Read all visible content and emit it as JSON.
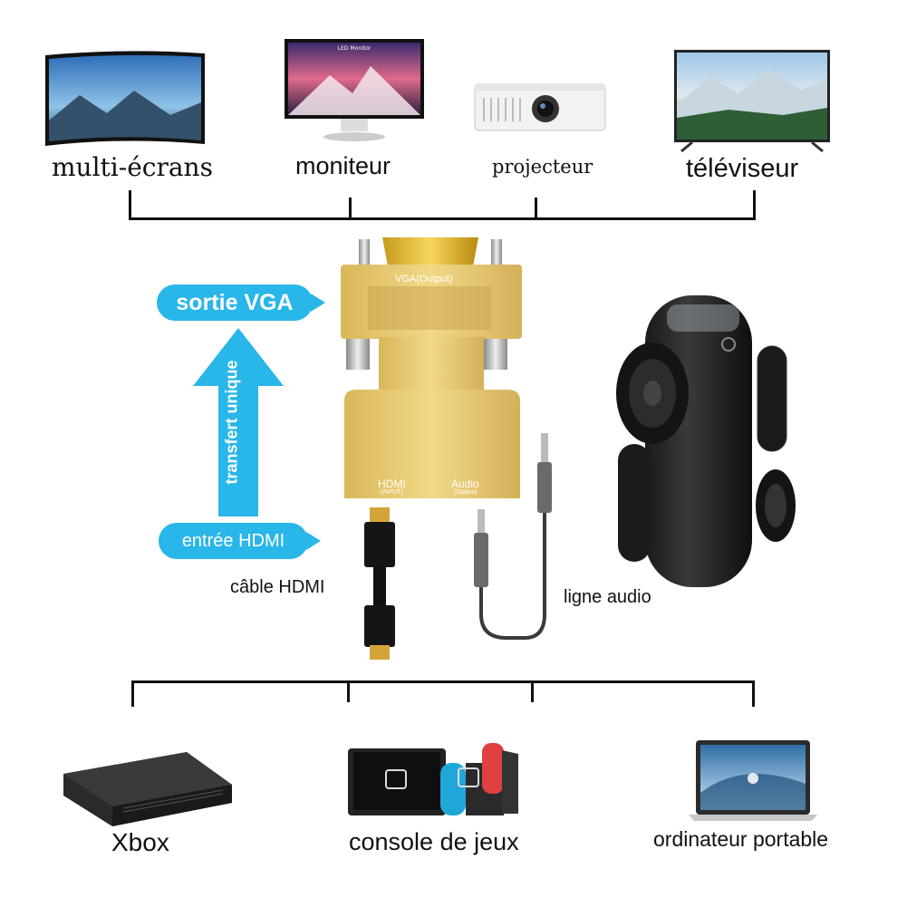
{
  "top_devices": [
    {
      "label": "multi-écrans",
      "icon": "multi-screen-icon"
    },
    {
      "label": "moniteur",
      "icon": "monitor-icon"
    },
    {
      "label": "projecteur",
      "icon": "projector-icon"
    },
    {
      "label": "téléviseur",
      "icon": "tv-icon"
    }
  ],
  "adapter": {
    "top_port": "VGA(Output)",
    "hdmi_port": "HDMI",
    "hdmi_sub": "(INPUT)",
    "audio_port": "Audio",
    "audio_sub": "(Output)",
    "color": "#e8cc74"
  },
  "flow": {
    "output_label": "sortie VGA",
    "transfer_label": "transfert unique",
    "input_label": "entrée HDMI",
    "accent": "#29b6e8"
  },
  "cables": {
    "hdmi_cable": "câble HDMI",
    "audio_line": "ligne audio"
  },
  "bottom_devices": [
    {
      "label": "Xbox",
      "icon": "xbox-console-icon"
    },
    {
      "label": "console de jeux",
      "icon": "game-console-icon"
    },
    {
      "label": "ordinateur portable",
      "icon": "laptop-icon"
    }
  ],
  "monitor_screen_text": "LED Monitor"
}
